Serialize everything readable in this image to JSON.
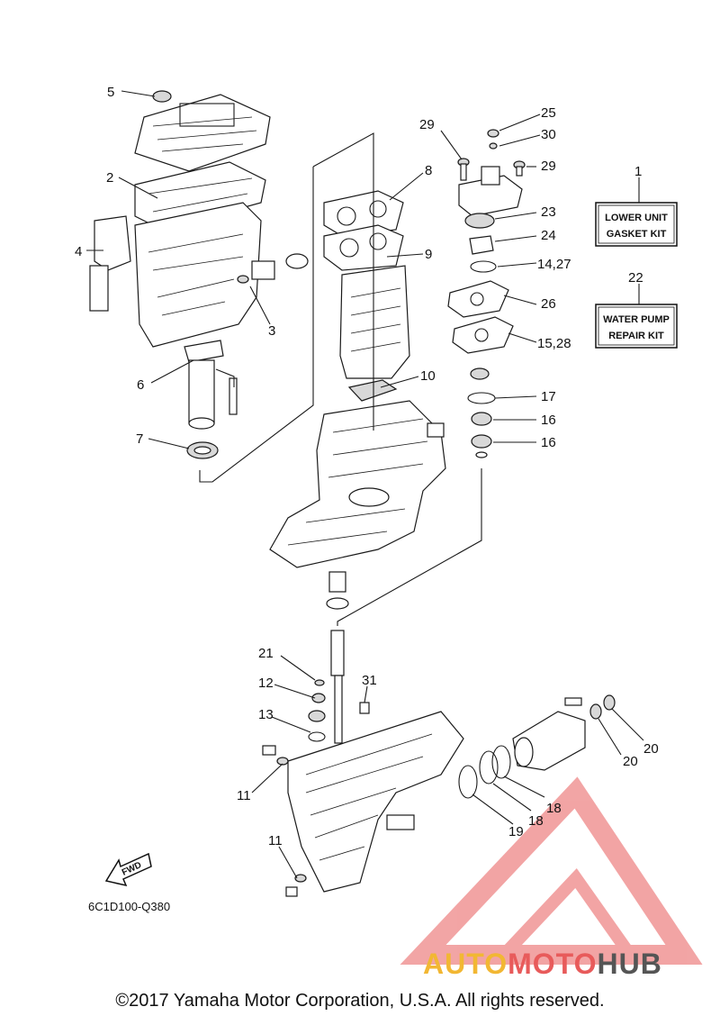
{
  "callouts": {
    "c1": "1",
    "c2": "2",
    "c3": "3",
    "c4": "4",
    "c5": "5",
    "c6": "6",
    "c7": "7",
    "c8": "8",
    "c9": "9",
    "c10": "10",
    "c11a": "11",
    "c11b": "11",
    "c12": "12",
    "c13": "13",
    "c14_27": "14,27",
    "c15_28": "15,28",
    "c16a": "16",
    "c16b": "16",
    "c17": "17",
    "c18a": "18",
    "c18b": "18",
    "c19": "19",
    "c20a": "20",
    "c20b": "20",
    "c21": "21",
    "c22": "22",
    "c23": "23",
    "c24": "24",
    "c25": "25",
    "c26": "26",
    "c29a": "29",
    "c29b": "29",
    "c30": "30",
    "c31": "31"
  },
  "kits": {
    "lower_unit_line1": "LOWER UNIT",
    "lower_unit_line2": "GASKET KIT",
    "water_pump_line1": "WATER PUMP",
    "water_pump_line2": "REPAIR KIT"
  },
  "fwd_label": "FWD",
  "diagram_code": "6C1D100-Q380",
  "logo": {
    "auto": "AUTO",
    "moto": "MOTO",
    "hub": "HUB"
  },
  "copyright": "©2017 Yamaha Motor Corporation, U.S.A. All rights reserved.",
  "colors": {
    "logo_red": "#e85b5b",
    "logo_yellow": "#f2b733",
    "logo_gray": "#555555"
  }
}
